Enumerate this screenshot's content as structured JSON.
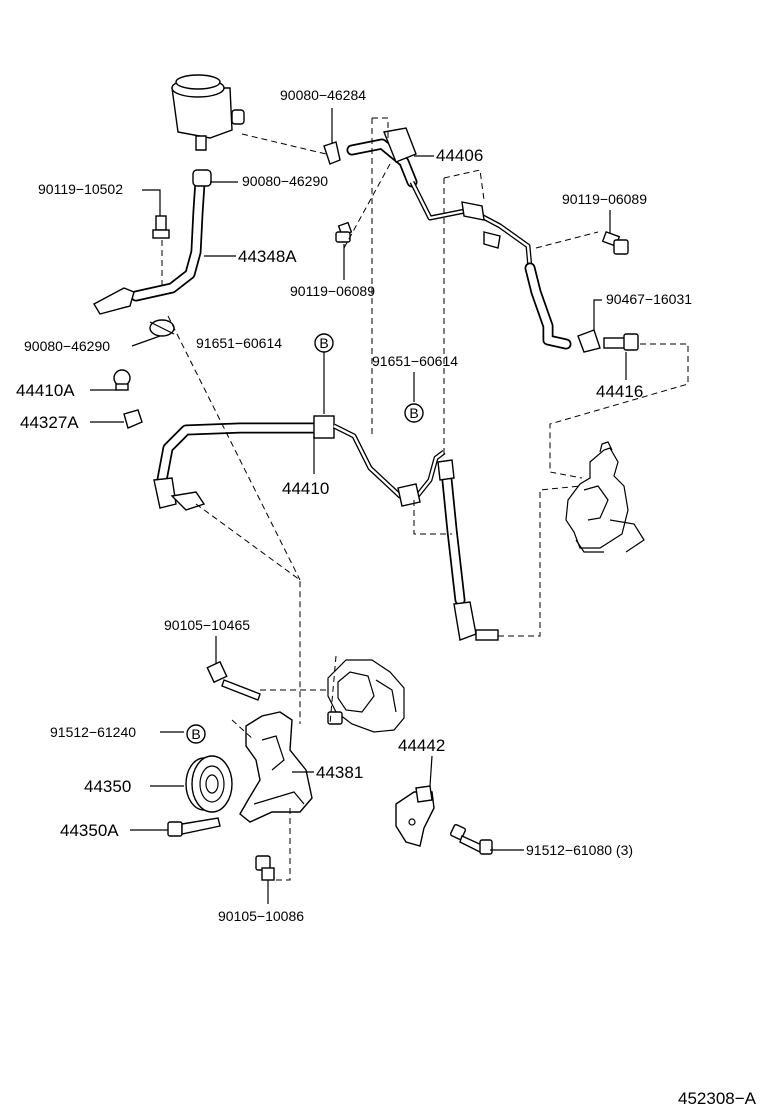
{
  "callouts": {
    "p90080_46284": "90080−46284",
    "p44406": "44406",
    "p90119_10502": "90119−10502",
    "p90080_46290_top": "90080−46290",
    "p90119_06089_right": "90119−06089",
    "p44348A": "44348A",
    "p90119_06089_mid": "90119−06089",
    "p90467_16031": "90467−16031",
    "p90080_46290_left": "90080−46290",
    "p91651_60614_left": "91651−60614",
    "p91651_60614_right": "91651−60614",
    "p44410A": "44410A",
    "p44416": "44416",
    "p44327A": "44327A",
    "p44410": "44410",
    "p90105_10465": "90105−10465",
    "p91512_61240": "91512−61240",
    "p44442": "44442",
    "p44381": "44381",
    "p44350": "44350",
    "p44350A": "44350A",
    "p91512_61080": "91512−61080 (3)",
    "p90105_10086": "90105−10086"
  },
  "markers": {
    "b_top": "B",
    "b_mid": "B",
    "b_bottom": "B"
  },
  "figure_id": "452308−A"
}
